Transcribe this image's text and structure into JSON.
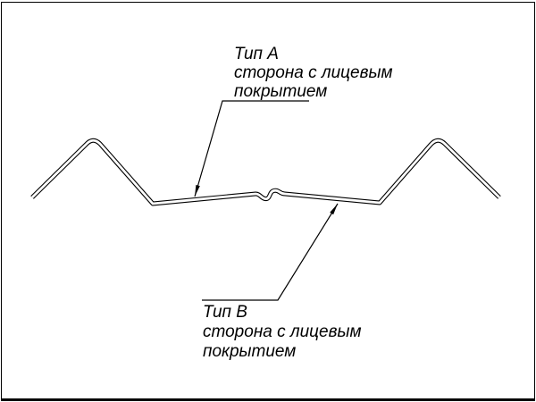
{
  "labels": {
    "type_a": {
      "title": "Тип А",
      "line2": "сторона с лицевым",
      "line3": "покрытием"
    },
    "type_b": {
      "title": "Тип В",
      "line2": "сторона с лицевым",
      "line3": "покрытием"
    }
  },
  "colors": {
    "line": "#000000",
    "background": "#ffffff"
  }
}
